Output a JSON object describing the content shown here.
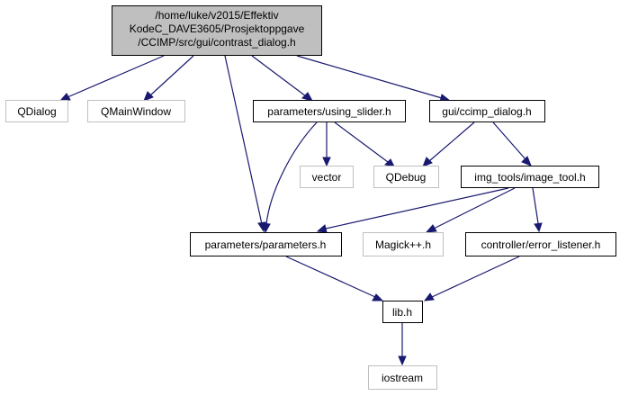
{
  "root": {
    "lines": [
      "/home/luke/v2015/Effektiv",
      "KodeC_DAVE3605/Prosjektoppgave",
      "/CCIMP/src/gui/contrast_dialog.h"
    ]
  },
  "nodes": {
    "qdialog": "QDialog",
    "qmainwindow": "QMainWindow",
    "using_slider": "parameters/using_slider.h",
    "ccimp_dialog": "gui/ccimp_dialog.h",
    "vector": "vector",
    "qdebug": "QDebug",
    "image_tool": "img_tools/image_tool.h",
    "parameters": "parameters/parameters.h",
    "magick": "Magick++.h",
    "error_listener": "controller/error_listener.h",
    "lib": "lib.h",
    "iostream": "iostream"
  },
  "colors": {
    "edge": "#191970",
    "root_fill": "#bfbfbf",
    "external_border": "#bfbfbf",
    "internal_border": "#000000"
  }
}
